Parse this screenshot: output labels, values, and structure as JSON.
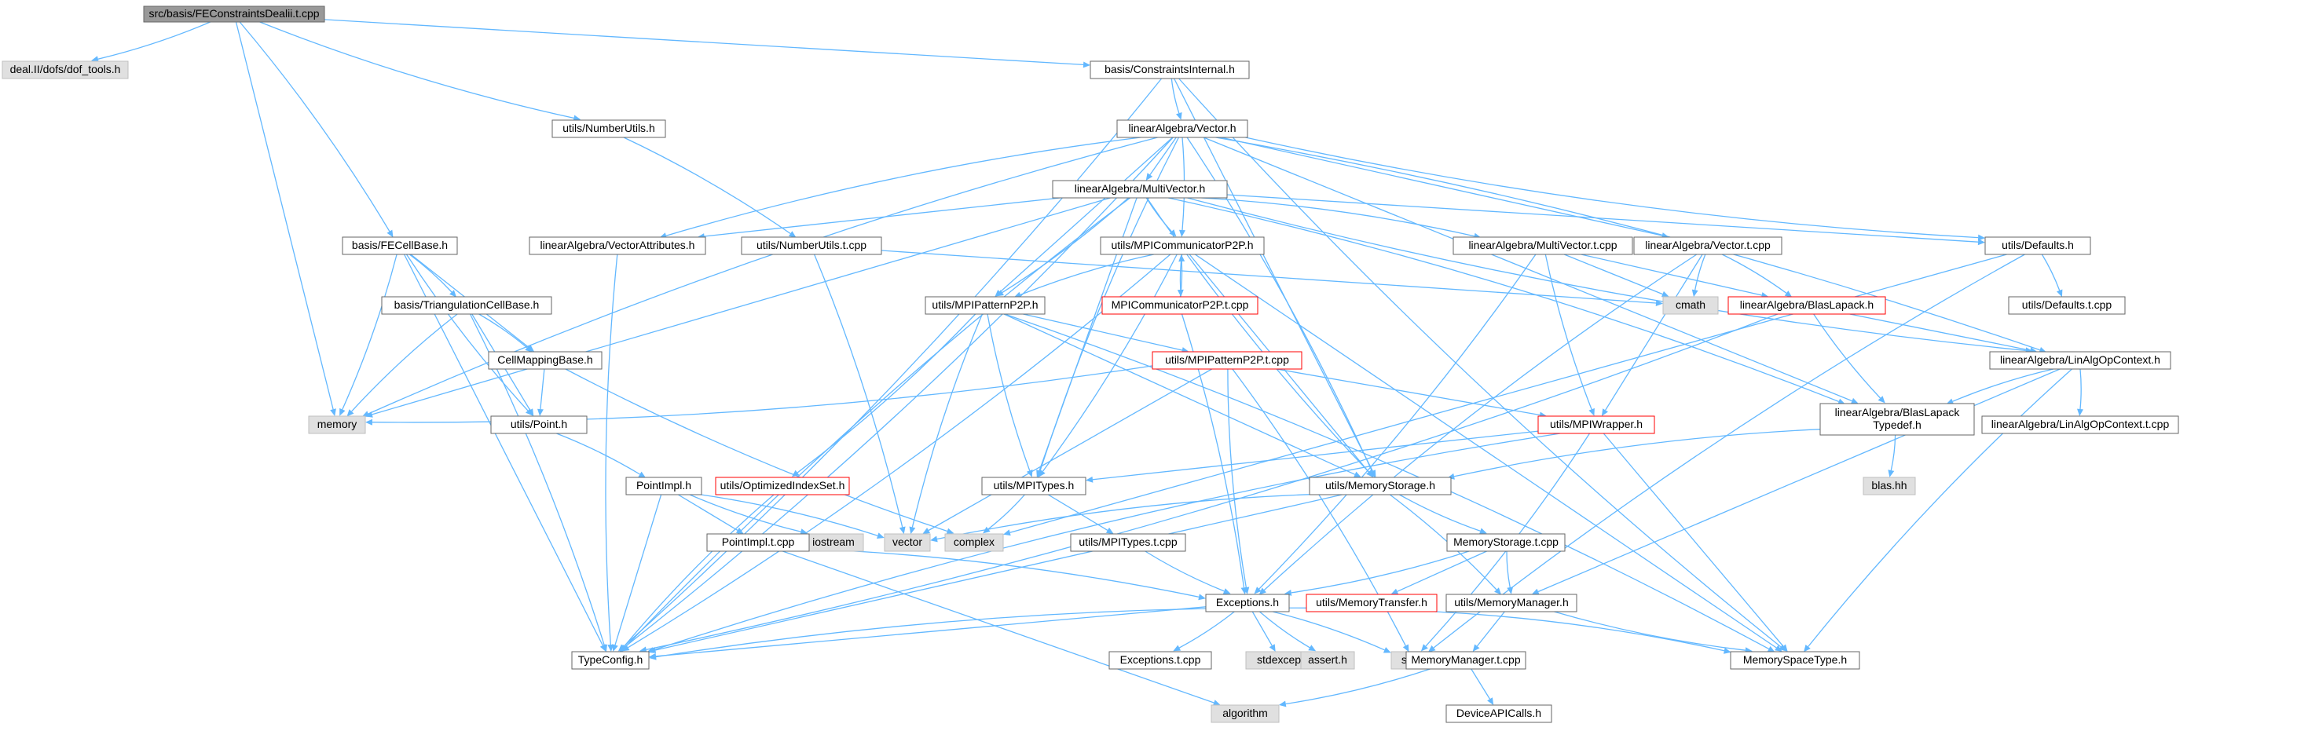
{
  "graph": {
    "colors": {
      "edge": "#63b8ff",
      "root_fill": "#999999",
      "file_fill": "#ffffff",
      "system_fill": "#e0e0e0",
      "box_border": "#666666",
      "truncated_border": "#ff0000"
    },
    "nodes": [
      {
        "id": "root",
        "label": "src/basis/FEConstraintsDealii.t.cpp",
        "kind": "root"
      },
      {
        "id": "dofTools",
        "label": "deal.II/dofs/dof_tools.h",
        "kind": "system"
      },
      {
        "id": "consInt",
        "label": "basis/ConstraintsInternal.h",
        "kind": "file"
      },
      {
        "id": "numUtils",
        "label": "utils/NumberUtils.h",
        "kind": "file"
      },
      {
        "id": "vecH",
        "label": "linearAlgebra/Vector.h",
        "kind": "file"
      },
      {
        "id": "mvH",
        "label": "linearAlgebra/MultiVector.h",
        "kind": "file"
      },
      {
        "id": "feCell",
        "label": "basis/FECellBase.h",
        "kind": "file"
      },
      {
        "id": "vecAttr",
        "label": "linearAlgebra/VectorAttributes.h",
        "kind": "file"
      },
      {
        "id": "numUtilsT",
        "label": "utils/NumberUtils.t.cpp",
        "kind": "file"
      },
      {
        "id": "mpiComm",
        "label": "utils/MPICommunicatorP2P.h",
        "kind": "file"
      },
      {
        "id": "mvT",
        "label": "linearAlgebra/MultiVector.t.cpp",
        "kind": "file"
      },
      {
        "id": "vecT",
        "label": "linearAlgebra/Vector.t.cpp",
        "kind": "file"
      },
      {
        "id": "defaults",
        "label": "utils/Defaults.h",
        "kind": "file"
      },
      {
        "id": "triCell",
        "label": "basis/TriangulationCellBase.h",
        "kind": "file"
      },
      {
        "id": "mpiPat",
        "label": "utils/MPIPatternP2P.h",
        "kind": "file"
      },
      {
        "id": "mpiCommT",
        "label": "MPICommunicatorP2P.t.cpp",
        "kind": "truncated"
      },
      {
        "id": "cmath",
        "label": "cmath",
        "kind": "system"
      },
      {
        "id": "blas",
        "label": "linearAlgebra/BlasLapack.h",
        "kind": "truncated"
      },
      {
        "id": "defaultsT",
        "label": "utils/Defaults.t.cpp",
        "kind": "file"
      },
      {
        "id": "cellMap",
        "label": "CellMappingBase.h",
        "kind": "file"
      },
      {
        "id": "mpiPatT",
        "label": "utils/MPIPatternP2P.t.cpp",
        "kind": "truncated"
      },
      {
        "id": "linAlg",
        "label": "linearAlgebra/LinAlgOpContext.h",
        "kind": "file"
      },
      {
        "id": "memory",
        "label": "memory",
        "kind": "system"
      },
      {
        "id": "point",
        "label": "utils/Point.h",
        "kind": "file"
      },
      {
        "id": "mpiWrap",
        "label": "utils/MPIWrapper.h",
        "kind": "truncated"
      },
      {
        "id": "linAlgT",
        "label": "linearAlgebra/LinAlgOpContext.t.cpp",
        "kind": "file"
      },
      {
        "id": "blasTypedef",
        "label": "linearAlgebra/BlasLapack\nTypedef.h",
        "kind": "file"
      },
      {
        "id": "pointImpl",
        "label": "PointImpl.h",
        "kind": "file"
      },
      {
        "id": "optIdx",
        "label": "utils/OptimizedIndexSet.h",
        "kind": "truncated"
      },
      {
        "id": "mpiTypes",
        "label": "utils/MPITypes.h",
        "kind": "file"
      },
      {
        "id": "memStor",
        "label": "utils/MemoryStorage.h",
        "kind": "file"
      },
      {
        "id": "blashh",
        "label": "blas.hh",
        "kind": "system"
      },
      {
        "id": "iostream",
        "label": "iostream",
        "kind": "system"
      },
      {
        "id": "vector",
        "label": "vector",
        "kind": "system"
      },
      {
        "id": "complex",
        "label": "complex",
        "kind": "system"
      },
      {
        "id": "pointImplT",
        "label": "PointImpl.t.cpp",
        "kind": "file"
      },
      {
        "id": "mpiTypesT",
        "label": "utils/MPITypes.t.cpp",
        "kind": "file"
      },
      {
        "id": "memStorT",
        "label": "MemoryStorage.t.cpp",
        "kind": "file"
      },
      {
        "id": "exc",
        "label": "Exceptions.h",
        "kind": "file"
      },
      {
        "id": "memTrans",
        "label": "utils/MemoryTransfer.h",
        "kind": "truncated"
      },
      {
        "id": "memMgr",
        "label": "utils/MemoryManager.h",
        "kind": "file"
      },
      {
        "id": "typeConfig",
        "label": "TypeConfig.h",
        "kind": "file"
      },
      {
        "id": "string",
        "label": "string",
        "kind": "system"
      },
      {
        "id": "memSpace",
        "label": "MemorySpaceType.h",
        "kind": "file"
      },
      {
        "id": "excT",
        "label": "Exceptions.t.cpp",
        "kind": "file"
      },
      {
        "id": "stdexcept",
        "label": "stdexcept",
        "kind": "system"
      },
      {
        "id": "assert",
        "label": "assert.h",
        "kind": "system"
      },
      {
        "id": "memMgrT",
        "label": "MemoryManager.t.cpp",
        "kind": "file"
      },
      {
        "id": "algorithm",
        "label": "algorithm",
        "kind": "system"
      },
      {
        "id": "devApi",
        "label": "DeviceAPICalls.h",
        "kind": "file"
      }
    ]
  }
}
